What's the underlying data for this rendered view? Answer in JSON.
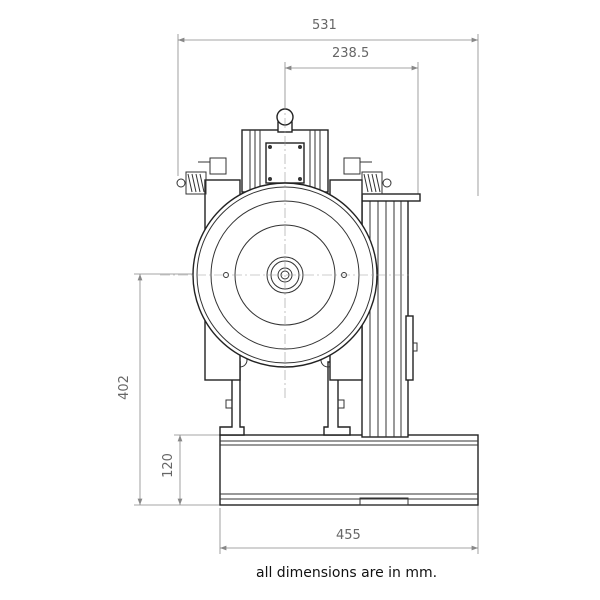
{
  "dimensions": {
    "overall_width": "531",
    "offset_width": "238.5",
    "overall_height": "402",
    "base_height": "120",
    "base_width": "455"
  },
  "note": "all dimensions are in mm.",
  "colors": {
    "line": "#333333",
    "dimension": "#888888"
  }
}
